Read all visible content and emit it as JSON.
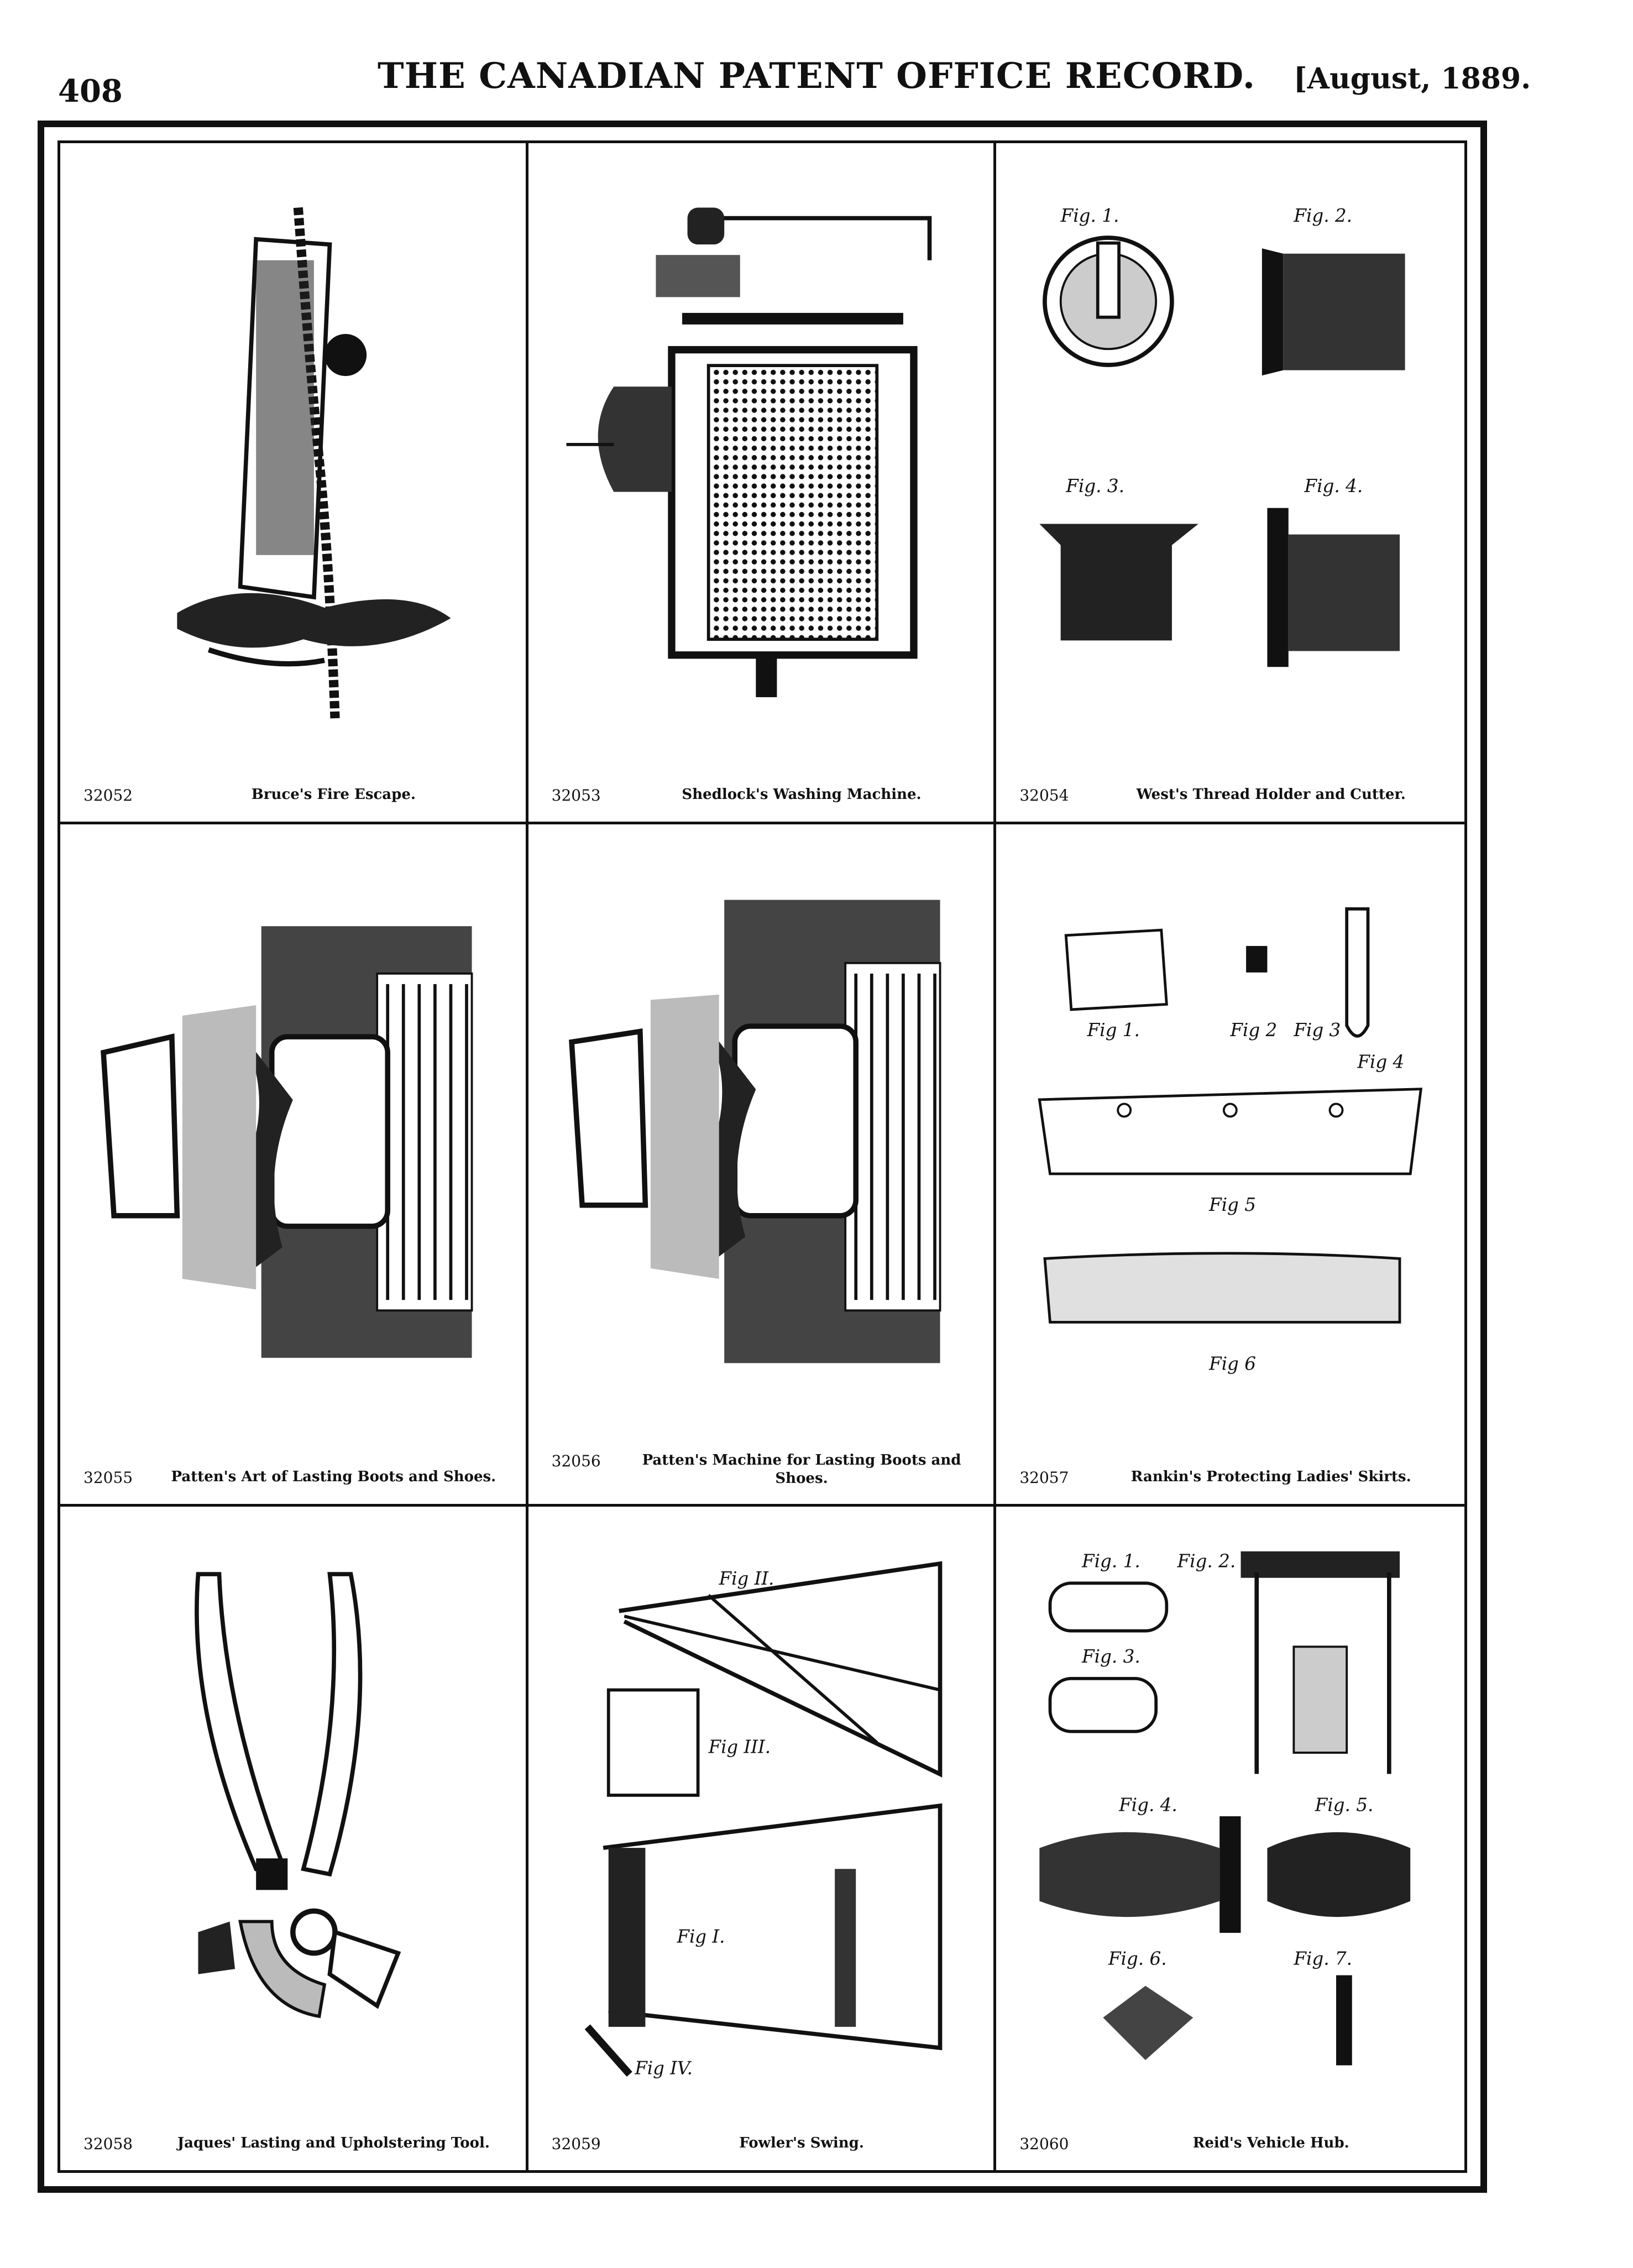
{
  "header": {
    "page_number": "408",
    "title": "THE CANADIAN PATENT OFFICE RECORD.",
    "date": "[August, 1889."
  },
  "patents": [
    {
      "number": "32052",
      "title": "Bruce's Fire Escape."
    },
    {
      "number": "32053",
      "title": "Shedlock's Washing Machine."
    },
    {
      "number": "32054",
      "title": "West's Thread Holder and Cutter."
    },
    {
      "number": "32055",
      "title": "Patten's Art of Lasting Boots and Shoes."
    },
    {
      "number": "32056",
      "title": "Patten's Machine for Lasting Boots and Shoes."
    },
    {
      "number": "32057",
      "title": "Rankin's Protecting Ladies' Skirts."
    },
    {
      "number": "32058",
      "title": "Jaques' Lasting and Upholstering Tool."
    },
    {
      "number": "32059",
      "title": "Fowler's Swing."
    },
    {
      "number": "32060",
      "title": "Reid's Vehicle Hub."
    }
  ],
  "figure_labels": {
    "thread_holder": [
      "Fig. 1.",
      "Fig. 2.",
      "Fig. 3.",
      "Fig. 4."
    ],
    "skirts": [
      "Fig 1.",
      "Fig 2",
      "Fig 3",
      "Fig 4",
      "Fig 5",
      "Fig 6"
    ],
    "swing": [
      "Fig II.",
      "Fig III.",
      "Fig I.",
      "Fig IV."
    ],
    "hub": [
      "Fig. 1.",
      "Fig. 2.",
      "Fig. 3.",
      "Fig. 4.",
      "Fig. 5.",
      "Fig. 6.",
      "Fig. 7."
    ]
  }
}
